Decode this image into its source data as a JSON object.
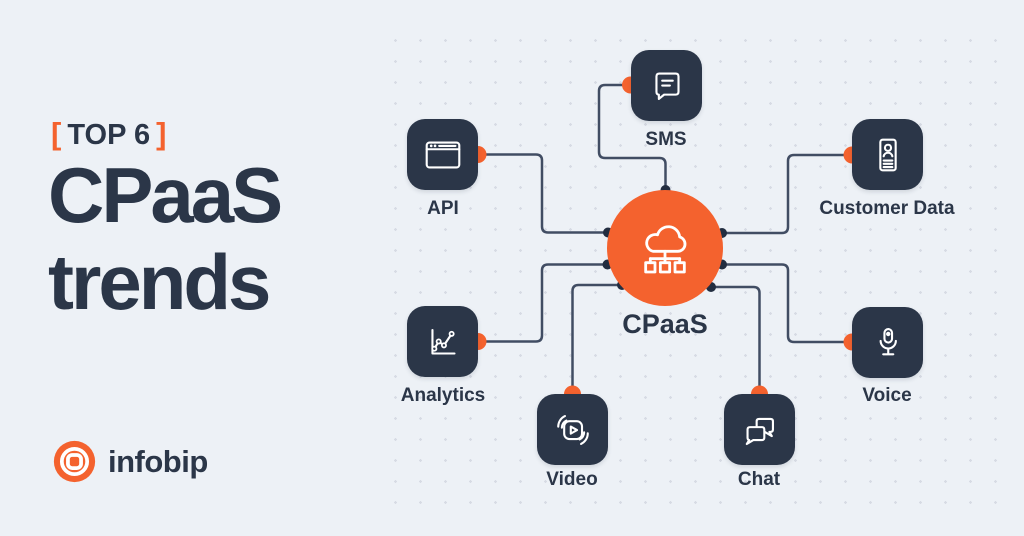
{
  "title": {
    "tag_open": "[",
    "tag_label": "TOP 6",
    "tag_close": "]",
    "line1": "CPaaS",
    "line2": "trends"
  },
  "brand": {
    "name": "infobip"
  },
  "diagram": {
    "center": {
      "label": "CPaaS",
      "icon": "cloud-network-icon"
    },
    "nodes": [
      {
        "id": "api",
        "label": "API",
        "icon": "browser-window-icon"
      },
      {
        "id": "sms",
        "label": "SMS",
        "icon": "message-bubble-icon"
      },
      {
        "id": "customer-data",
        "label": "Customer Data",
        "icon": "id-card-icon"
      },
      {
        "id": "analytics",
        "label": "Analytics",
        "icon": "line-chart-icon"
      },
      {
        "id": "video",
        "label": "Video",
        "icon": "video-play-icon"
      },
      {
        "id": "chat",
        "label": "Chat",
        "icon": "chat-bubbles-icon"
      },
      {
        "id": "voice",
        "label": "Voice",
        "icon": "microphone-icon"
      }
    ]
  },
  "colors": {
    "background": "#EDF1F6",
    "navy": "#2B3648",
    "orange": "#F4622E",
    "line": "#414D63",
    "dot_grid": "#D7DBE4",
    "white": "#FFFFFF"
  }
}
